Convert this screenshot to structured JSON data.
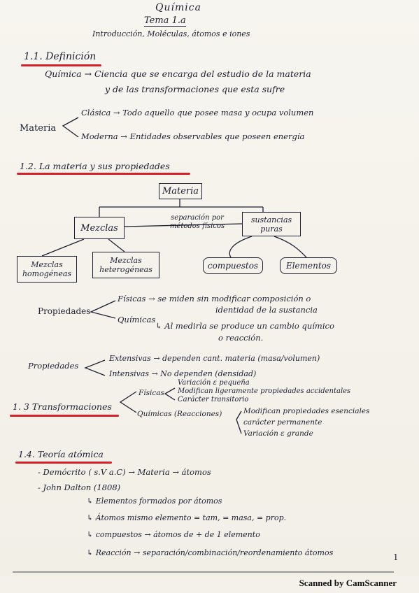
{
  "header": {
    "subject": "Química",
    "topic": "Tema 1.a",
    "subtitle": "Introducción, Moléculas, átomos e iones"
  },
  "section_1_1": {
    "heading": "1.1. Definición",
    "line1": "Química → Ciencia que se encarga del estudio de la materia",
    "line2": "y de las transformaciones que esta sufre",
    "materia_label": "Materia",
    "clasica": "Clásica → Todo aquello que posee masa y ocupa volumen",
    "moderna": "Moderna → Entidades observables que poseen energía"
  },
  "section_1_2": {
    "heading": "1.2. La materia y sus propiedades",
    "diagram": {
      "root": "Materia",
      "mezclas": "Mezclas",
      "separacion": "separación por métodos físicos",
      "sustancias": "sustancias puras",
      "homogeneas": "Mezclas homogéneas",
      "heterogeneas": "Mezclas heterogéneas",
      "compuestos": "compuestos",
      "elementos": "Elementos"
    },
    "prop1_label": "Propiedades",
    "fisicas": "Físicas → se miden sin modificar composición o",
    "fisicas_cont": "identidad de la sustancia",
    "quimicas": "Químicas",
    "quimicas_desc": "↳ Al medirla se produce un cambio químico",
    "quimicas_cont": "o reacción.",
    "prop2_label": "Propiedades",
    "extensivas": "Extensivas → dependen cant. materia (masa/volumen)",
    "intensivas": "Intensivas → No dependen (densidad)"
  },
  "section_1_3": {
    "heading": "1. 3 Transformaciones",
    "fisicas_label": "Físicas",
    "f1": "Variación ε pequeña",
    "f2": "Modifican ligeramente propiedades accidentales",
    "f3": "Carácter transitorio",
    "quimicas_label": "Químicas (Reacciones)",
    "q1": "Modifican propiedades esenciales",
    "q2": "carácter permanente",
    "q3": "Variación ε grande"
  },
  "section_1_4": {
    "heading": "1.4. Teoría atómica",
    "democrito": "- Demócrito ( s.V a.C) → Materia → átomos",
    "dalton": "- John Dalton (1808)",
    "d1": "↳ Elementos formados por átomos",
    "d2": "↳ Átomos mismo elemento = tam, = masa, = prop.",
    "d3": "↳ compuestos → átomos de + de 1 elemento",
    "d4": "↳ Reacción → separación/combinación/reordenamiento átomos"
  },
  "page_number": "1",
  "footer": "Scanned by CamScanner"
}
